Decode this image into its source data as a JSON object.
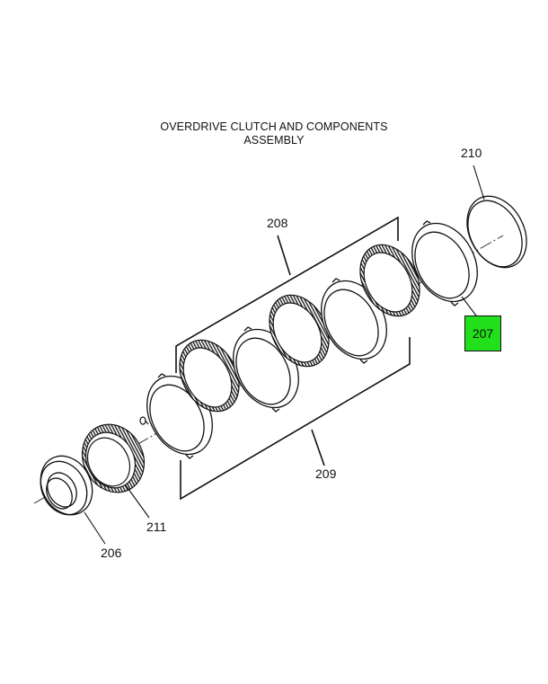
{
  "title": {
    "line1": "OVERDRIVE CLUTCH AND COMPONENTS",
    "line2": "ASSEMBLY"
  },
  "callouts": {
    "c210": "210",
    "c208": "208",
    "c207": "207",
    "c209": "209",
    "c211": "211",
    "c206": "206"
  },
  "highlight": {
    "part": "207",
    "color": "#22e01c"
  }
}
